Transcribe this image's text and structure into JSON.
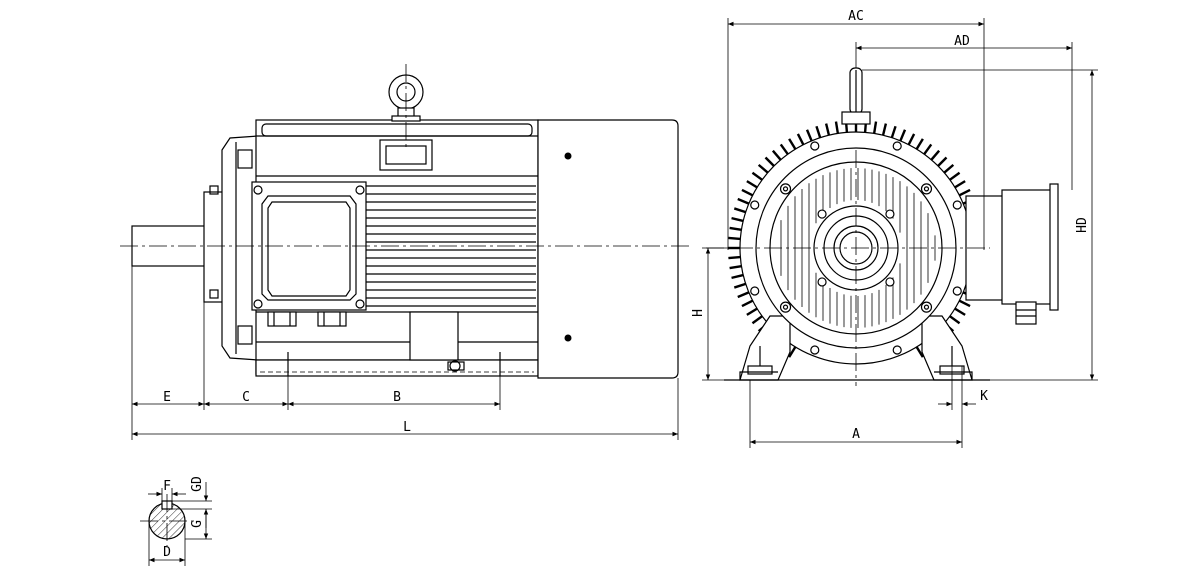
{
  "labels": {
    "E": "E",
    "C": "C",
    "B": "B",
    "L": "L",
    "AC": "AC",
    "AD": "AD",
    "HD": "HD",
    "H": "H",
    "K": "K",
    "A": "A",
    "F": "F",
    "GD": "GD",
    "G": "G",
    "D": "D"
  }
}
